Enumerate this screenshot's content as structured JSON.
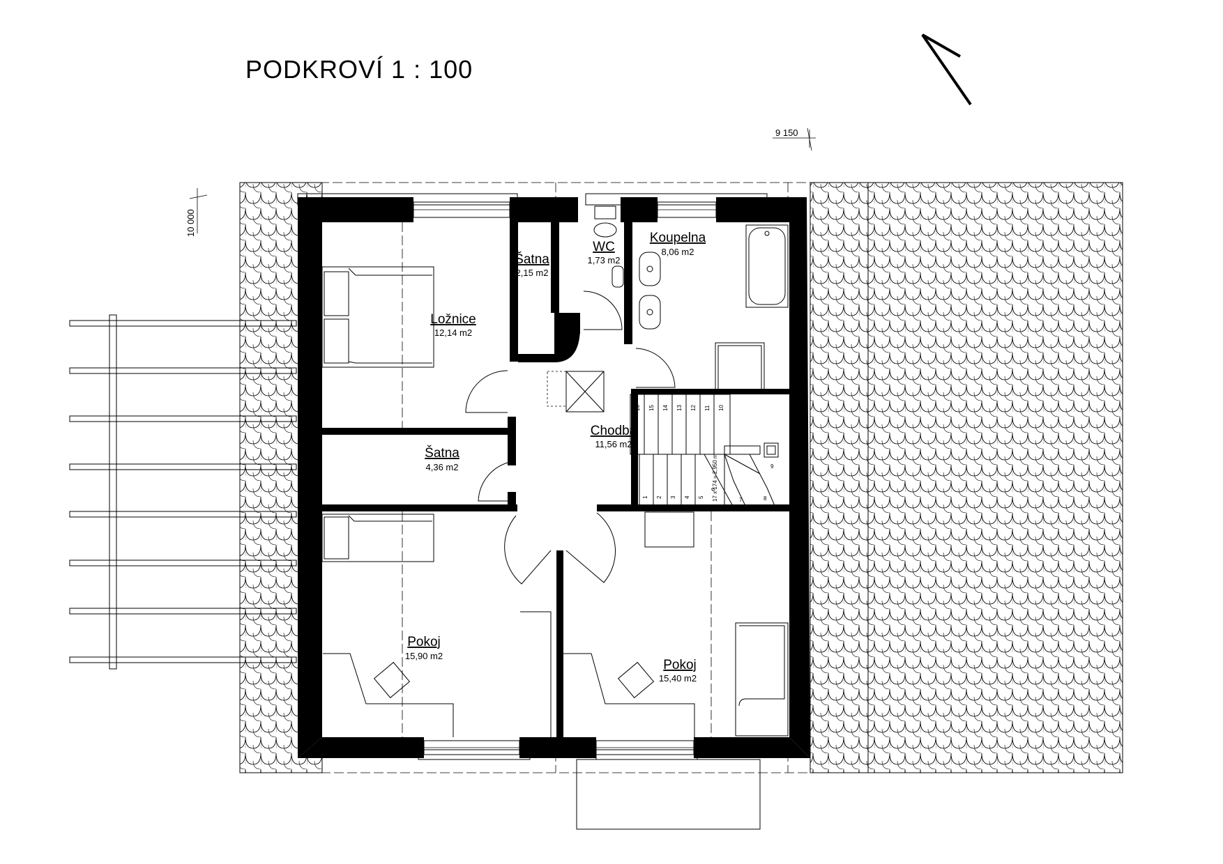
{
  "title": "PODKROVÍ  1 : 100",
  "dimensions": {
    "left_height": "10 000",
    "top_width": "9 150"
  },
  "rooms": [
    {
      "id": "loznice",
      "name": "Ložnice",
      "area": "12,14 m2"
    },
    {
      "id": "satna-small",
      "name": "Šatna",
      "area": "2,15 m2"
    },
    {
      "id": "wc",
      "name": "WC",
      "area": "1,73 m2"
    },
    {
      "id": "koupelna",
      "name": "Koupelna",
      "area": "8,06 m2"
    },
    {
      "id": "chodba",
      "name": "Chodba",
      "area": "11,56 m2"
    },
    {
      "id": "satna",
      "name": "Šatna",
      "area": "4,36 m2"
    },
    {
      "id": "pokoj-left",
      "name": "Pokoj",
      "area": "15,90 m2"
    },
    {
      "id": "pokoj-right",
      "name": "Pokoj",
      "area": "15,40 m2"
    }
  ],
  "stairs": {
    "formula": "17 x 174 = 2,950 m",
    "upper_steps": [
      "16",
      "15",
      "14",
      "13",
      "12",
      "11",
      "10"
    ],
    "lower_steps": [
      "1",
      "2",
      "3",
      "4",
      "5"
    ],
    "winder_steps": [
      "6",
      "7",
      "8",
      "9"
    ]
  },
  "colors": {
    "line": "#000000",
    "background": "#ffffff"
  }
}
